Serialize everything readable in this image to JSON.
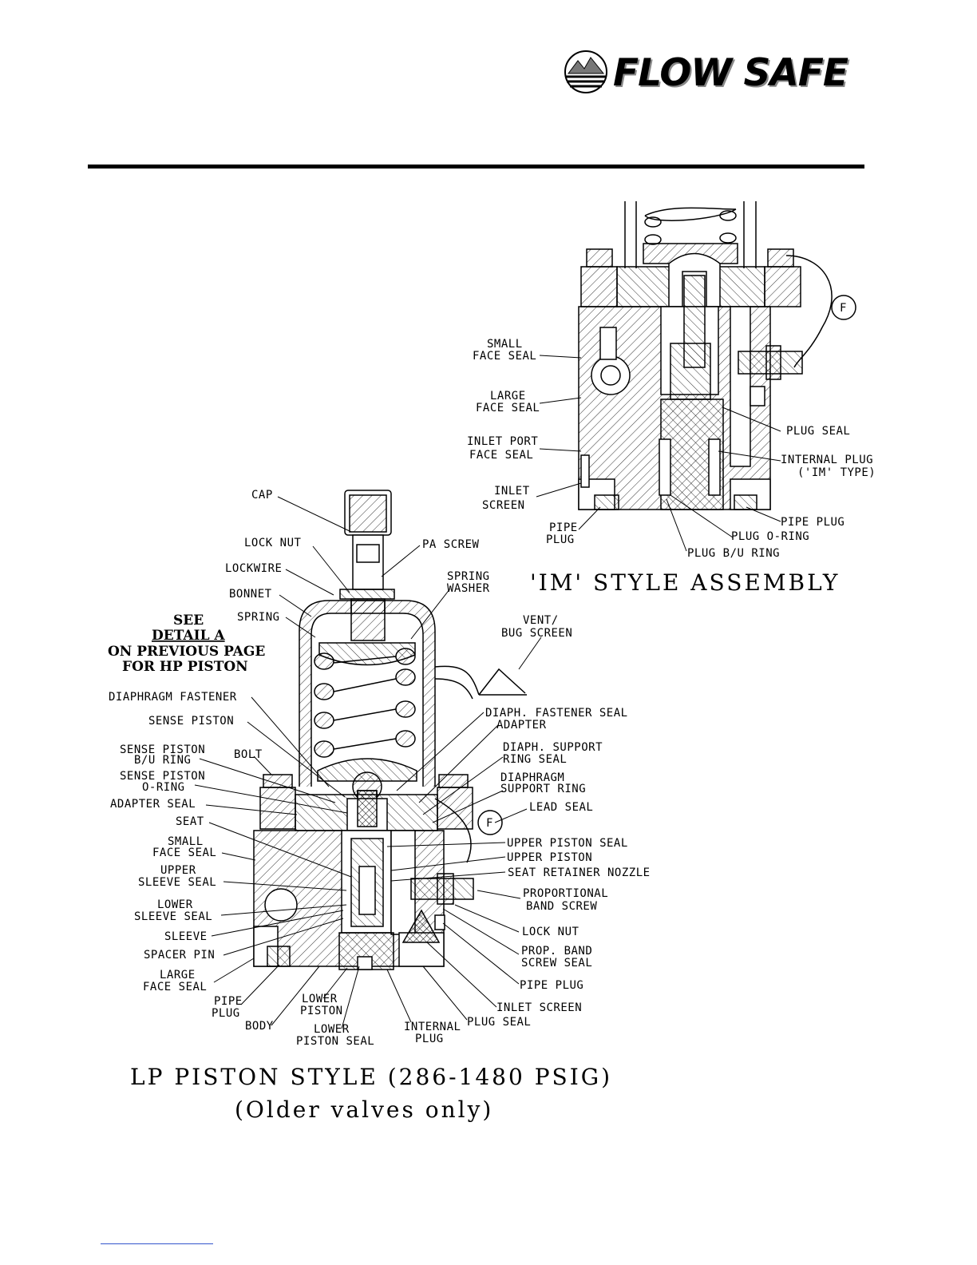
{
  "logo": {
    "text": "FLOW SAFE",
    "icon": "mountain-sun-globe-icon"
  },
  "im_assembly": {
    "title": "'IM' STYLE ASSEMBLY",
    "labels": {
      "small_face_seal": [
        "SMALL",
        "FACE SEAL"
      ],
      "large_face_seal": [
        "LARGE",
        "FACE SEAL"
      ],
      "inlet_port_face_seal": [
        "INLET PORT",
        "FACE SEAL"
      ],
      "inlet_screen": [
        "INLET",
        "SCREEN"
      ],
      "pipe_plug_left": [
        "PIPE",
        "PLUG"
      ],
      "plug_seal": [
        "PLUG SEAL"
      ],
      "internal_plug": [
        "INTERNAL PLUG",
        "('IM' TYPE)"
      ],
      "pipe_plug_right": [
        "PIPE PLUG"
      ],
      "plug_o_ring": [
        "PLUG O-RING"
      ],
      "plug_bu_ring": [
        "PLUG B/U RING"
      ]
    }
  },
  "lp_piston": {
    "title": "LP PISTON STYLE (286-1480 PSIG)",
    "subtitle": "(Older valves only)",
    "note": [
      "SEE",
      "DETAIL A",
      "ON PREVIOUS PAGE",
      "FOR HP PISTON"
    ],
    "labels": {
      "cap": [
        "CAP"
      ],
      "lock_nut_top": [
        "LOCK NUT"
      ],
      "pa_screw": [
        "PA SCREW"
      ],
      "lockwire": [
        "LOCKWIRE"
      ],
      "spring_washer": [
        "SPRING",
        "WASHER"
      ],
      "bonnet": [
        "BONNET"
      ],
      "spring": [
        "SPRING"
      ],
      "vent_bug_screen": [
        "VENT/",
        "BUG SCREEN"
      ],
      "diaphragm_fastener": [
        "DIAPHRAGM FASTENER"
      ],
      "diaph_fastener_seal": [
        "DIAPH. FASTENER SEAL"
      ],
      "adapter": [
        "ADAPTER"
      ],
      "sense_piston": [
        "SENSE PISTON"
      ],
      "diaph_support_ring_seal": [
        "DIAPH. SUPPORT",
        "RING SEAL"
      ],
      "sense_piston_bu_ring": [
        "SENSE PISTON",
        "B/U RING"
      ],
      "bolt": [
        "BOLT"
      ],
      "diaphragm_support_ring": [
        "DIAPHRAGM",
        "SUPPORT RING"
      ],
      "sense_piston_o_ring": [
        "SENSE PISTON",
        "O-RING"
      ],
      "lead_seal": [
        "LEAD SEAL"
      ],
      "adapter_seal": [
        "ADAPTER SEAL"
      ],
      "seat": [
        "SEAT"
      ],
      "upper_piston_seal": [
        "UPPER PISTON SEAL"
      ],
      "small_face_seal": [
        "SMALL",
        "FACE SEAL"
      ],
      "upper_piston": [
        "UPPER PISTON"
      ],
      "seat_retainer_nozzle": [
        "SEAT RETAINER NOZZLE"
      ],
      "upper_sleeve_seal": [
        "UPPER",
        "SLEEVE SEAL"
      ],
      "proportional_band_screw": [
        "PROPORTIONAL",
        "BAND SCREW"
      ],
      "lower_sleeve_seal": [
        "LOWER",
        "SLEEVE SEAL"
      ],
      "lock_nut": [
        "LOCK NUT"
      ],
      "sleeve": [
        "SLEEVE"
      ],
      "prop_band_screw_seal": [
        "PROP. BAND",
        "SCREW SEAL"
      ],
      "spacer_pin": [
        "SPACER PIN"
      ],
      "pipe_plug_right": [
        "PIPE PLUG"
      ],
      "large_face_seal": [
        "LARGE",
        "FACE SEAL"
      ],
      "inlet_screen": [
        "INLET SCREEN"
      ],
      "pipe_plug_left": [
        "PIPE",
        "PLUG"
      ],
      "lower_piston": [
        "LOWER",
        "PISTON"
      ],
      "plug_seal": [
        "PLUG SEAL"
      ],
      "body": [
        "BODY"
      ],
      "lower_piston_seal": [
        "LOWER",
        "PISTON SEAL"
      ],
      "internal_plug": [
        "INTERNAL",
        "PLUG"
      ]
    }
  }
}
